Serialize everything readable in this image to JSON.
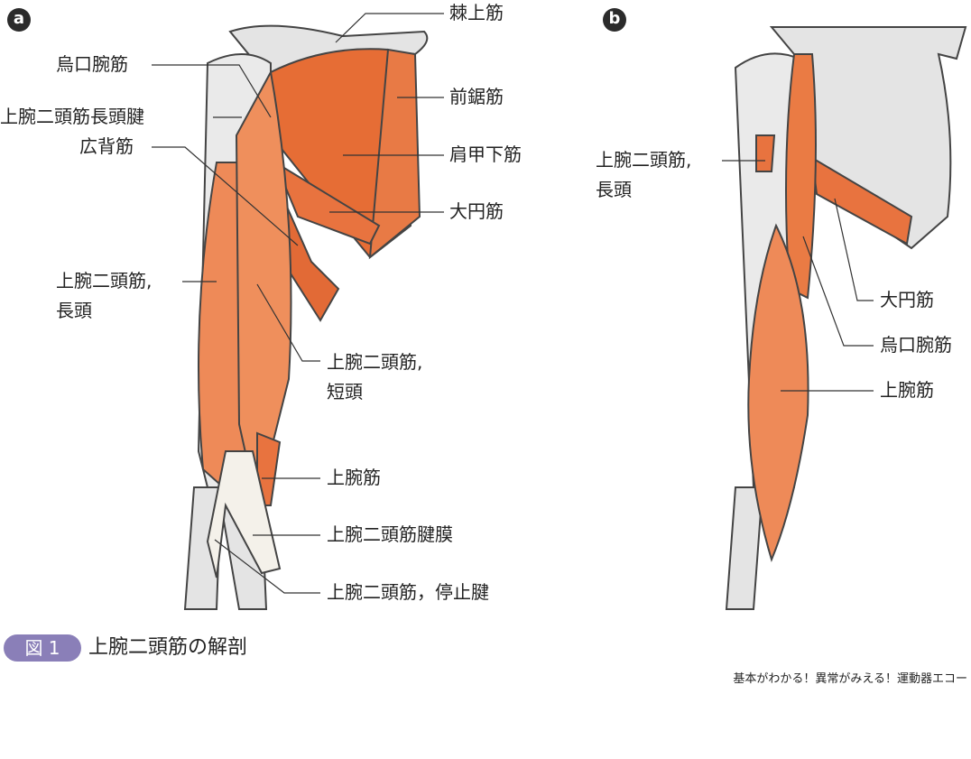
{
  "panels": {
    "a": {
      "marker": "a",
      "labels": {
        "supraspinatus": "棘上筋",
        "coracobrachialis": "烏口腕筋",
        "serratus_anterior": "前鋸筋",
        "long_head_tendon": "上腕二頭筋長頭腱",
        "subscapularis": "肩甲下筋",
        "latissimus_dorsi": "広背筋",
        "teres_major": "大円筋",
        "long_head_1": "上腕二頭筋,",
        "long_head_2": "長頭",
        "short_head_1": "上腕二頭筋,",
        "short_head_2": "短頭",
        "brachialis": "上腕筋",
        "aponeurosis": "上腕二頭筋腱膜",
        "insertion_tendon": "上腕二頭筋，停止腱"
      }
    },
    "b": {
      "marker": "b",
      "labels": {
        "long_head_1": "上腕二頭筋,",
        "long_head_2": "長頭",
        "teres_major": "大円筋",
        "coracobrachialis": "烏口腕筋",
        "brachialis": "上腕筋"
      }
    }
  },
  "figure": {
    "badge": "図 1",
    "title": "上腕二頭筋の解剖"
  },
  "credit": "基本がわかる！異常がみえる！運動器エコー",
  "colors": {
    "muscle": "#e8733f",
    "bone": "#e4e4e4",
    "badge": "#8a7fb8"
  }
}
